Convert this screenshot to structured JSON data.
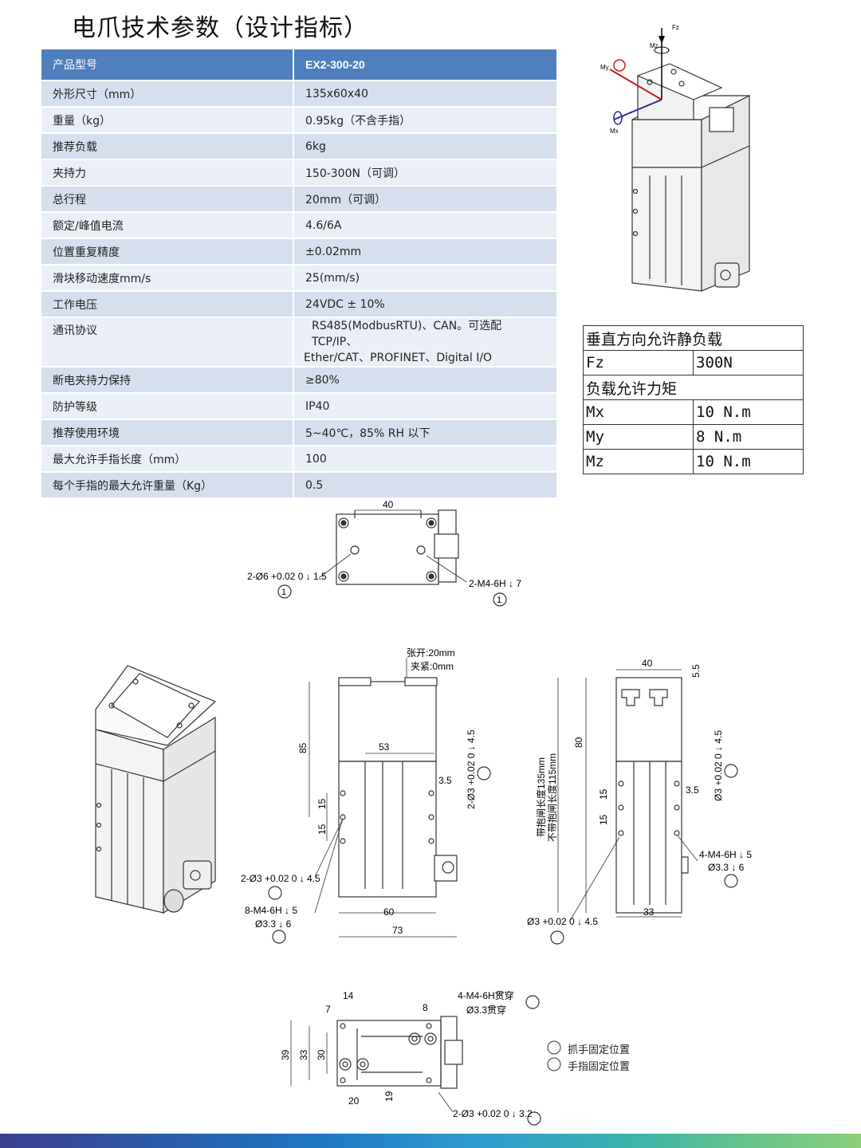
{
  "title": "电爪技术参数（设计指标）",
  "spec_table": {
    "header": {
      "label": "产品型号",
      "value": "EX2-300-20"
    },
    "rows": [
      {
        "label": "外形尺寸（mm）",
        "value": "135x60x40"
      },
      {
        "label": "重量（kg）",
        "value": "0.95kg（不含手指）"
      },
      {
        "label": "推荐负载",
        "value": "6kg"
      },
      {
        "label": "夹持力",
        "value": "150-300N（可调）"
      },
      {
        "label": "总行程",
        "value": "20mm（可调）"
      },
      {
        "label": "额定/峰值电流",
        "value": "4.6/6A"
      },
      {
        "label": "位置重复精度",
        "value": "±0.02mm"
      },
      {
        "label": "滑块移动速度mm/s",
        "value": "25(mm/s)"
      },
      {
        "label": "工作电压",
        "value": "24VDC ± 10%"
      },
      {
        "label": "通讯协议",
        "value": "RS485(ModbusRTU)、CAN。可选配TCP/IP、",
        "value2": "Ether/CAT、PROFINET、Digital I/O"
      },
      {
        "label": "断电夹持力保持",
        "value": "≥80%"
      },
      {
        "label": "防护等级",
        "value": "IP40"
      },
      {
        "label": "推荐使用环境",
        "value": "5~40℃，85% RH 以下"
      },
      {
        "label": "最大允许手指长度（mm）",
        "value": "100"
      },
      {
        "label": "每个手指的最大允许重量（Kg）",
        "value": "0.5"
      }
    ]
  },
  "load_table": {
    "static_title": "垂直方向允许静负载",
    "fz_label": "Fz",
    "fz_value": "300N",
    "moment_title": "负载允许力矩",
    "mx_label": "Mx",
    "mx_value": "10 N.m",
    "my_label": "My",
    "my_value": "8  N.m",
    "mz_label": "Mz",
    "mz_value": "10 N.m"
  },
  "axes": {
    "fz": "Fz",
    "mz": "Mz",
    "my": "My",
    "mx": "Mx"
  },
  "top_view": {
    "w40": "40",
    "hole_left": "2-Ø6 +0.02 0 ↓ 1.5",
    "hole_right": "2-M4-6H ↓ 7",
    "ref1": "1"
  },
  "front_view": {
    "open": "张开:20mm",
    "close": "夹紧:0mm",
    "d85": "85",
    "d53": "53",
    "d15a": "15",
    "d15b": "15",
    "d35": "3.5",
    "d60": "60",
    "d73": "73",
    "side_hole": "2-Ø3 +0.02 0 ↓ 4.5",
    "note1": "2-Ø3 +0.02 0 ↓ 4.5",
    "note2": "8-M4-6H ↓ 5",
    "note3": "Ø3.3 ↓ 6"
  },
  "side_view": {
    "d40": "40",
    "d55": "5.5",
    "d80": "80",
    "d15a": "15",
    "d15b": "15",
    "d35": "3.5",
    "d33": "33",
    "len_with_brake": "带抱闸长度135mm",
    "len_without_brake": "不带抱闸长度115mm",
    "side_hole": "Ø3 +0.02 0 ↓ 4.5",
    "note_m4": "4-M4-6H ↓ 5",
    "note_d33": "Ø3.3 ↓ 6",
    "note_bottom": "Ø3 +0.02 0 ↓ 4.5"
  },
  "bottom_view": {
    "d14": "14",
    "d7": "7",
    "d8": "8",
    "d39": "39",
    "d33": "33",
    "d30": "30",
    "d20": "20",
    "d19": "19",
    "note_top1": "4-M4-6H贯穿",
    "note_top2": "Ø3.3贯穿",
    "note_bottom": "2-Ø3 +0.02 0 ↓ 3.2"
  },
  "legend": {
    "item1": "抓手固定位置",
    "item2": "手指固定位置"
  }
}
